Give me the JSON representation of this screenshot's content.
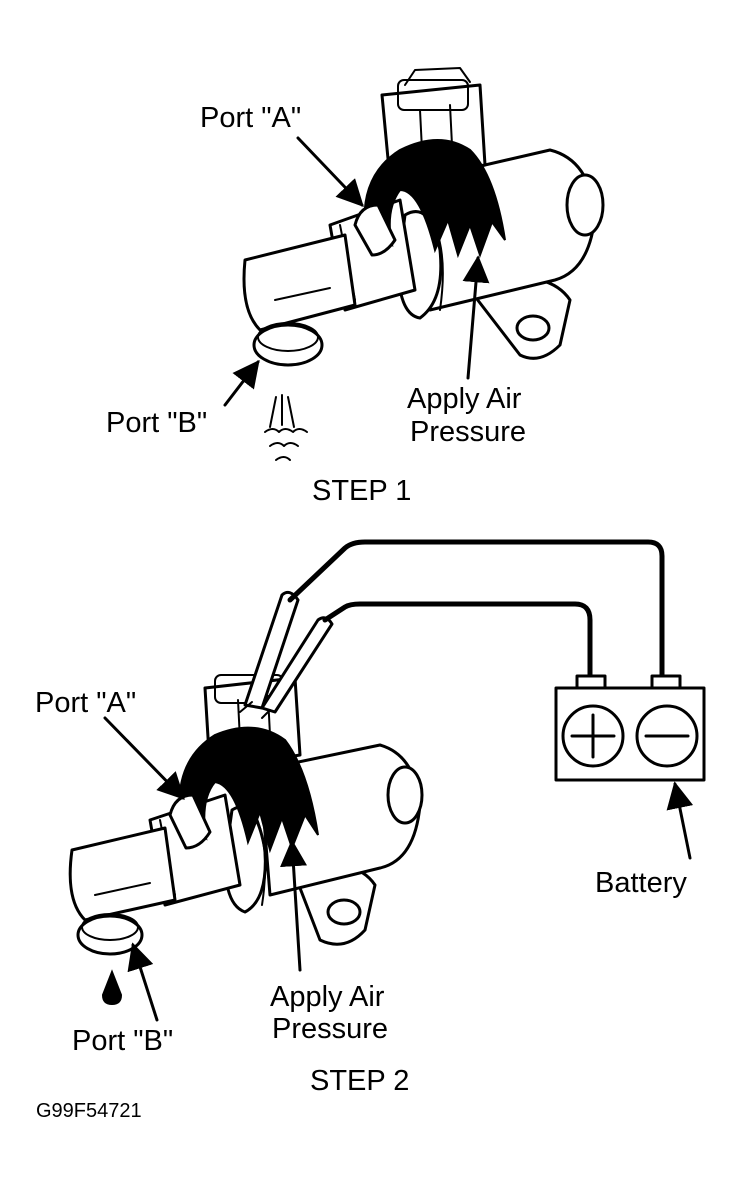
{
  "step1": {
    "port_a": "Port \"A\"",
    "port_b": "Port \"B\"",
    "apply_line1": "Apply Air",
    "apply_line2": "Pressure",
    "caption": "STEP 1"
  },
  "step2": {
    "port_a": "Port \"A\"",
    "port_b": "Port \"B\"",
    "apply_line1": "Apply Air",
    "apply_line2": "Pressure",
    "caption": "STEP 2",
    "battery": "Battery"
  },
  "figure_code": "G99F54721"
}
